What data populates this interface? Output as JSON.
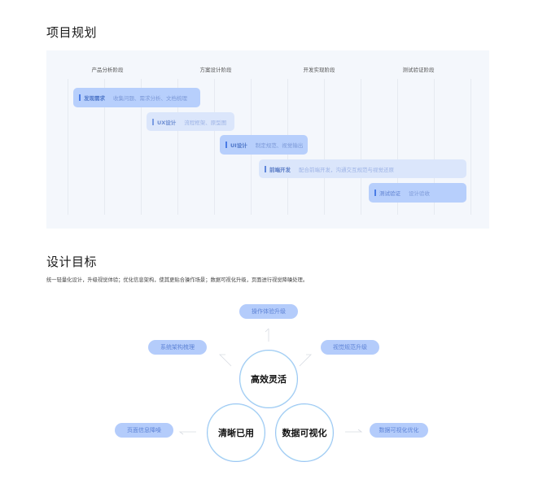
{
  "project_plan": {
    "title": "项目规划",
    "phases": [
      "产品分析阶段",
      "方案设计阶段",
      "开发实现阶段",
      "测试验证阶段"
    ],
    "tasks": [
      {
        "name": "发现需求",
        "desc": "收集问题、需求分析、文档梳理"
      },
      {
        "name": "UX设计",
        "desc": "流程框架、原型图"
      },
      {
        "name": "UI设计",
        "desc": "制定规范、视觉输出"
      },
      {
        "name": "前端开发",
        "desc": "配合前端开发，沟通交互规范与视觉还原"
      },
      {
        "name": "测试验证",
        "desc": "设计验收"
      }
    ]
  },
  "design_goals": {
    "title": "设计目标",
    "description": "统一轻量化设计，升级视觉体验；优化信息架构，使其更贴合操作场景；数据可视化升级，页面进行视觉降噪处理。",
    "pills": {
      "top": "操作体验升级",
      "upper_left": "系统架构梳理",
      "upper_right": "视觉规范升级",
      "lower_left": "页面信息降噪",
      "lower_right": "数据可视化优化"
    },
    "circles": {
      "top": "高效灵活",
      "left": "清晰已用",
      "right": "数据可视化"
    }
  },
  "colors": {
    "bar_strong": "#b7cffc",
    "bar_light": "#dbe6fb",
    "accent": "#4a7ce6",
    "panel_bg": "#f4f7fc"
  }
}
